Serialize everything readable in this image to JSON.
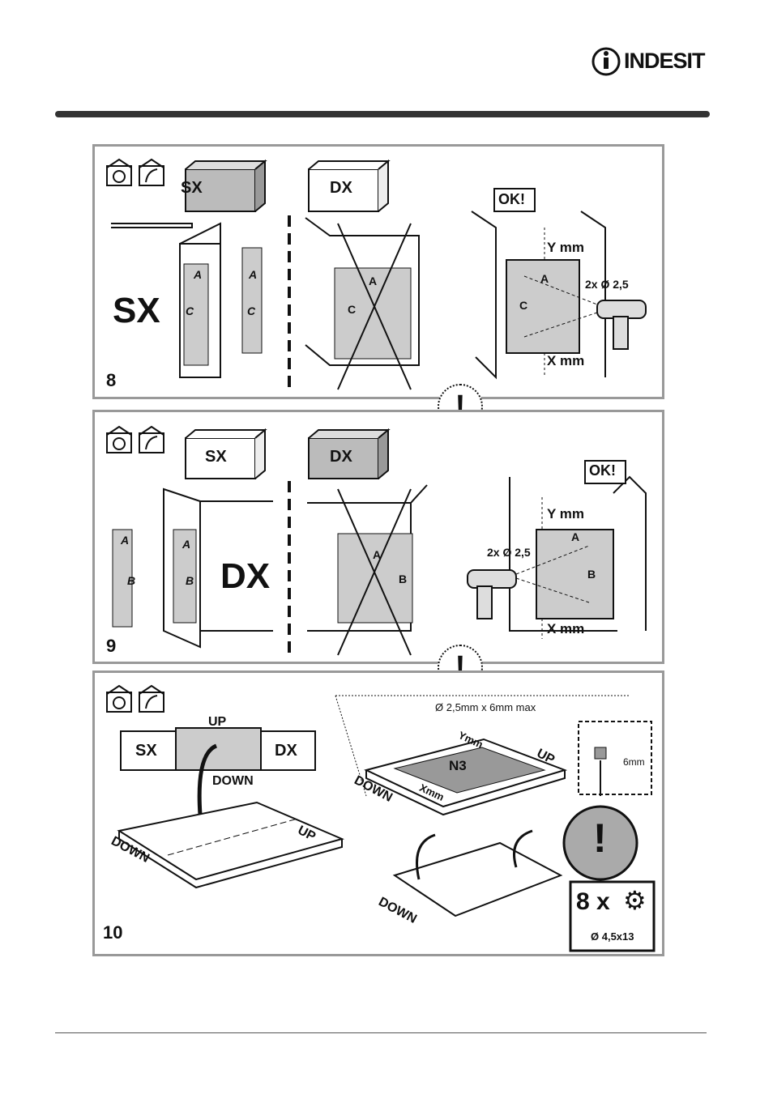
{
  "brand": {
    "name": "INDESIT"
  },
  "steps": {
    "s8": {
      "number": "8",
      "cab_left": "SX",
      "cab_right": "DX",
      "big_label": "SX",
      "mark_a": "A",
      "mark_c": "C",
      "ok": "OK!",
      "y_mm": "Y mm",
      "x_mm": "X mm",
      "drill": "2x Ø 2,5"
    },
    "s9": {
      "number": "9",
      "cab_left": "SX",
      "cab_right": "DX",
      "big_label": "DX",
      "mark_a": "A",
      "mark_b": "B",
      "ok": "OK!",
      "y_mm": "Y mm",
      "x_mm": "X mm",
      "drill": "2x Ø 2,5"
    },
    "s10": {
      "number": "10",
      "cab_left": "SX",
      "cab_right": "DX",
      "up": "UP",
      "down": "DOWN",
      "spec": "Ø 2,5mm x 6mm max",
      "ymm": "Ymm",
      "xmm": "Xmm",
      "n3": "N3",
      "six_mm": "6mm",
      "screw_count": "8 x",
      "screw_size": "Ø 4,5x13"
    }
  },
  "warning": "!"
}
